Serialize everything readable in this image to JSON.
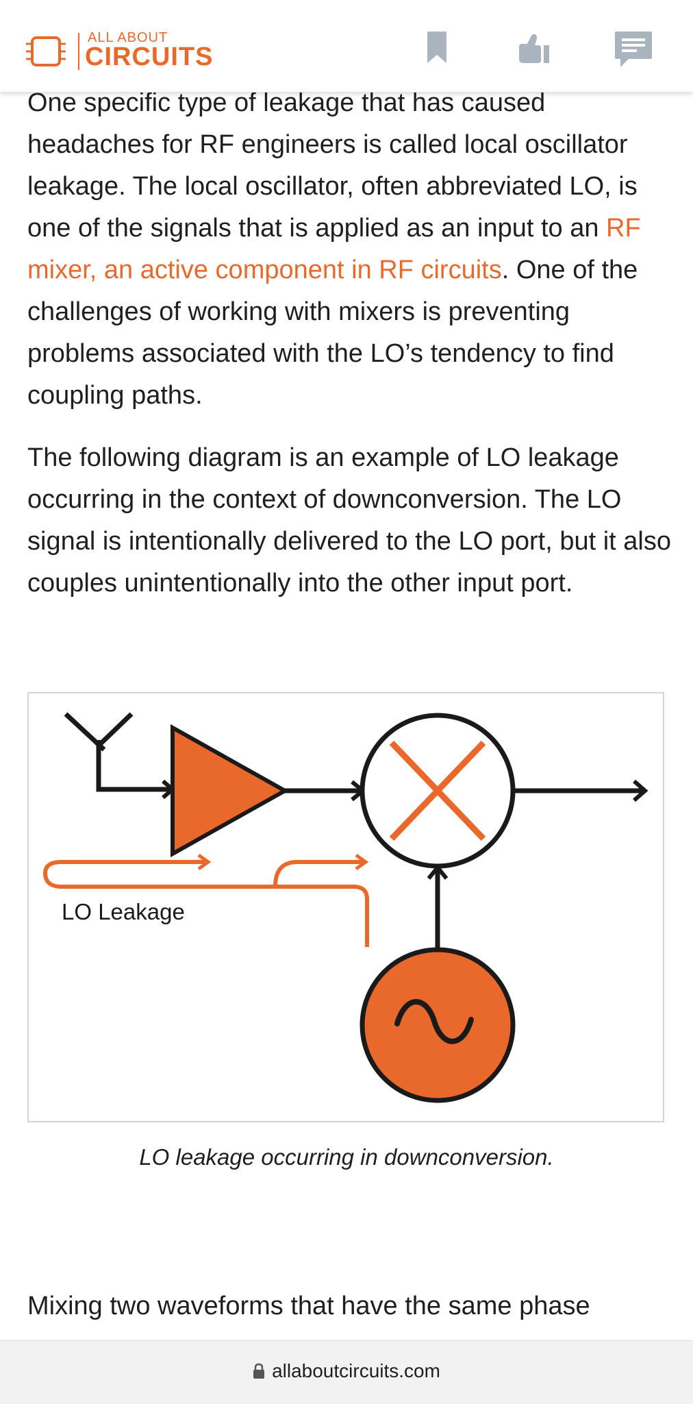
{
  "header": {
    "logo_top": "ALL ABOUT",
    "logo_bottom": "CIRCUITS",
    "icons": [
      "bookmark-icon",
      "thumbs-up-icon",
      "comment-icon"
    ]
  },
  "article": {
    "p1_a": "One specific type of leakage that has caused headaches for RF engineers is called local oscillator leakage. The local oscillator, often abbreviated LO, is one of the signals that is applied as an input to an ",
    "p1_link": "RF mixer, an active component in RF circuits",
    "p1_b": ". One of the challenges of working with mixers is preventing problems associated with the LO’s tendency to find coupling paths.",
    "p2": "The following diagram is an example of LO leakage occurring in the context of downconversion. The LO signal is intentionally delivered to the LO port, but it also couples unintentionally into the other input port."
  },
  "figure": {
    "label": "LO Leakage",
    "caption": "LO leakage occurring in downconversion."
  },
  "article_continued": {
    "p3": "Mixing two waveforms that have the same phase"
  },
  "url_bar": {
    "url": "allaboutcircuits.com"
  },
  "colors": {
    "accent": "#e9692c",
    "icon_gray": "#a9b4bf",
    "text": "#1f1f1f"
  }
}
